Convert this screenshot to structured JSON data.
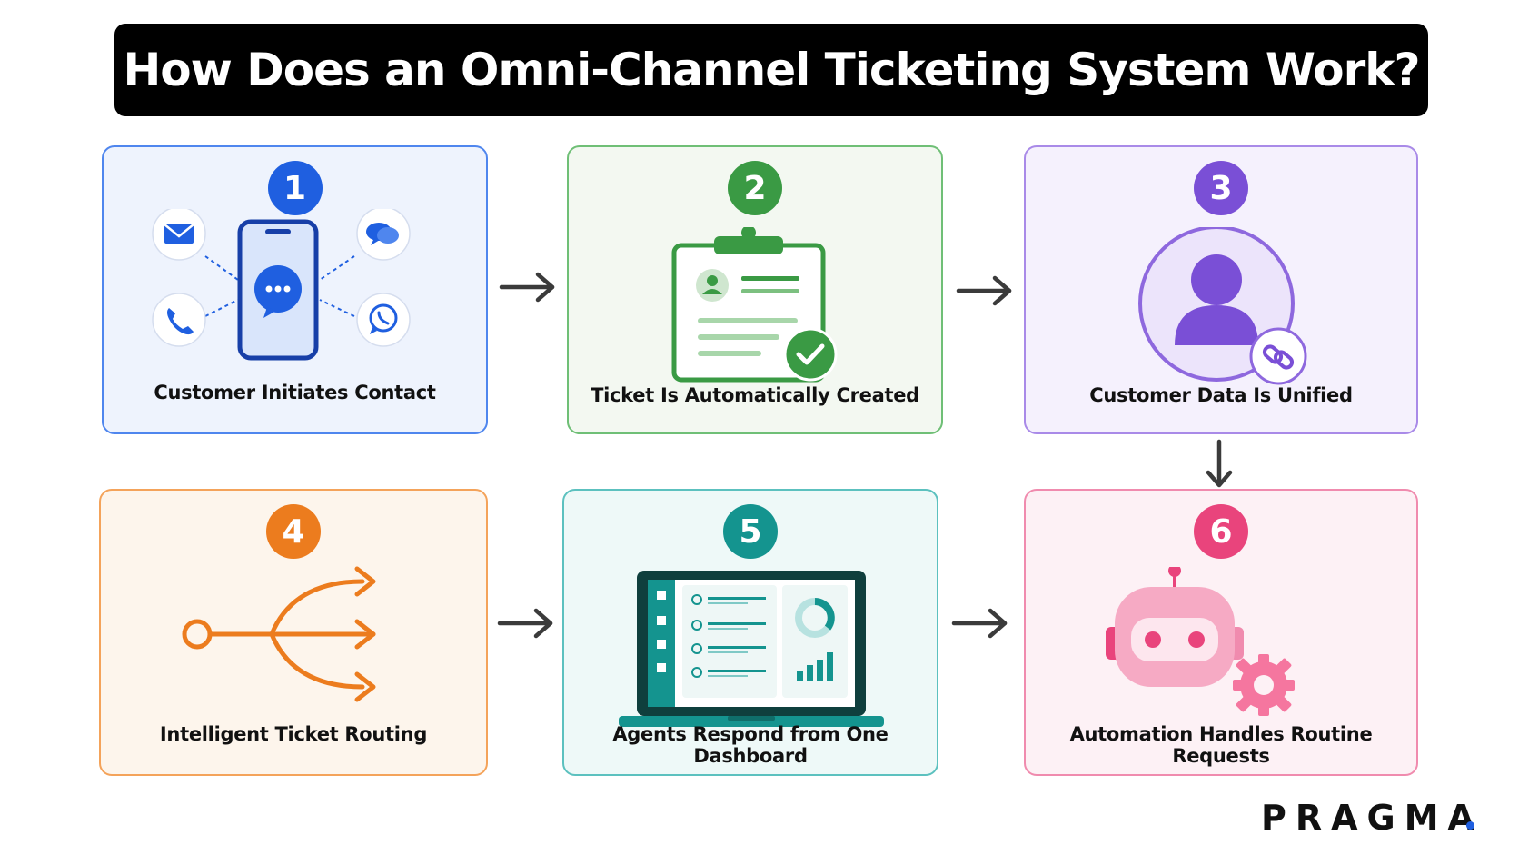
{
  "title": "How Does an Omni-Channel Ticketing System Work?",
  "steps": [
    {
      "number": "1",
      "label": "Customer Initiates Contact",
      "color": "#1f5fe0",
      "icons": [
        "phone-icon",
        "envelope-icon",
        "chat-bubbles-icon",
        "call-icon",
        "whatsapp-icon"
      ]
    },
    {
      "number": "2",
      "label": "Ticket Is Automatically Created",
      "color": "#3a9a44",
      "icons": [
        "clipboard-icon",
        "checkmark-icon"
      ]
    },
    {
      "number": "3",
      "label": "Customer Data Is Unified",
      "color": "#7a4fd6",
      "icons": [
        "user-profile-icon",
        "link-icon"
      ]
    },
    {
      "number": "4",
      "label": "Intelligent Ticket Routing",
      "color": "#ec7c1e",
      "icons": [
        "branching-arrows-icon"
      ]
    },
    {
      "number": "5",
      "label": "Agents Respond from One Dashboard",
      "color": "#14948f",
      "icons": [
        "laptop-dashboard-icon"
      ]
    },
    {
      "number": "6",
      "label": "Automation Handles Routine Requests",
      "color": "#e9447c",
      "icons": [
        "robot-icon",
        "gear-icon"
      ]
    }
  ],
  "brand": "PRAGMA",
  "brand_dot_color": "#1f5fe0"
}
